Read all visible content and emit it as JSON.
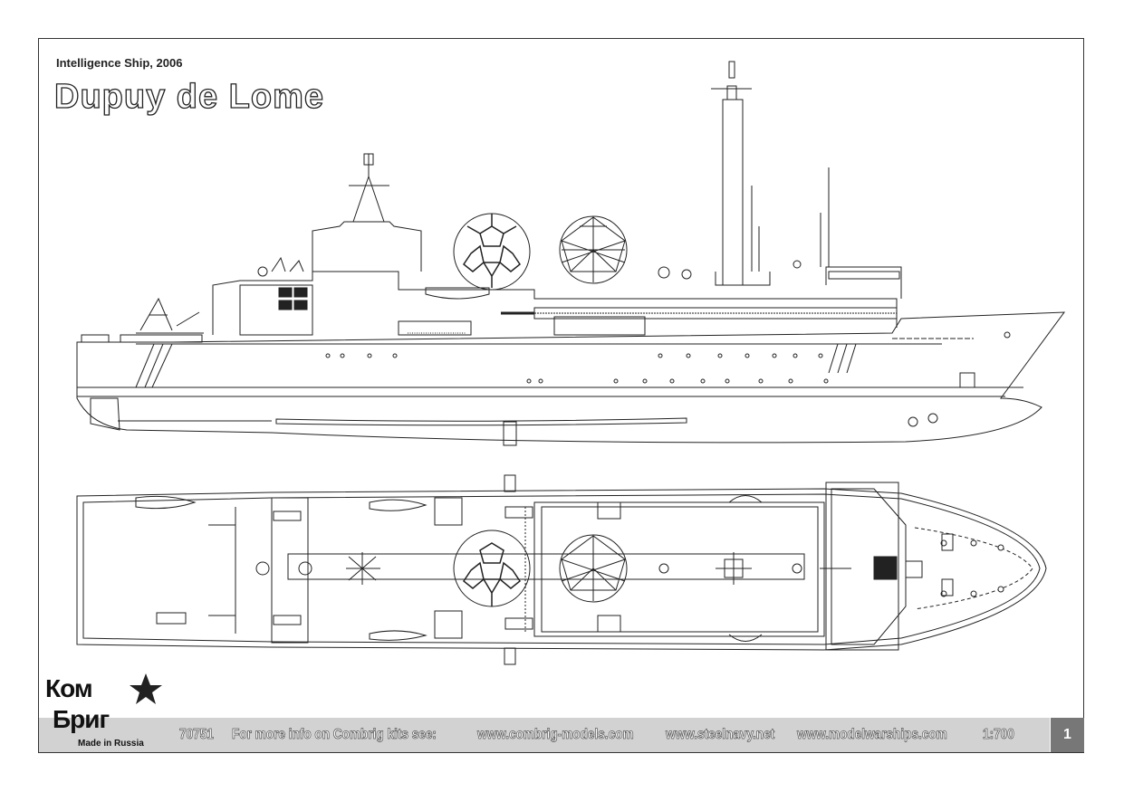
{
  "header": {
    "subtitle": "Intelligence Ship, 2006",
    "title": "Dupuy de Lome"
  },
  "drawings": [
    "side-profile",
    "plan-view"
  ],
  "footer": {
    "logo_text": "Ком Бриг",
    "logo_line1": "Ком",
    "logo_line2": "Бриг",
    "made_in": "Made in Russia",
    "kit_number": "70751",
    "info": "For more info on Combrig kits see:",
    "links": [
      "www.combrig-models.com",
      "www.steelnavy.net",
      "www.modelwarships.com"
    ],
    "scale": "1:700",
    "page_number": "1"
  }
}
